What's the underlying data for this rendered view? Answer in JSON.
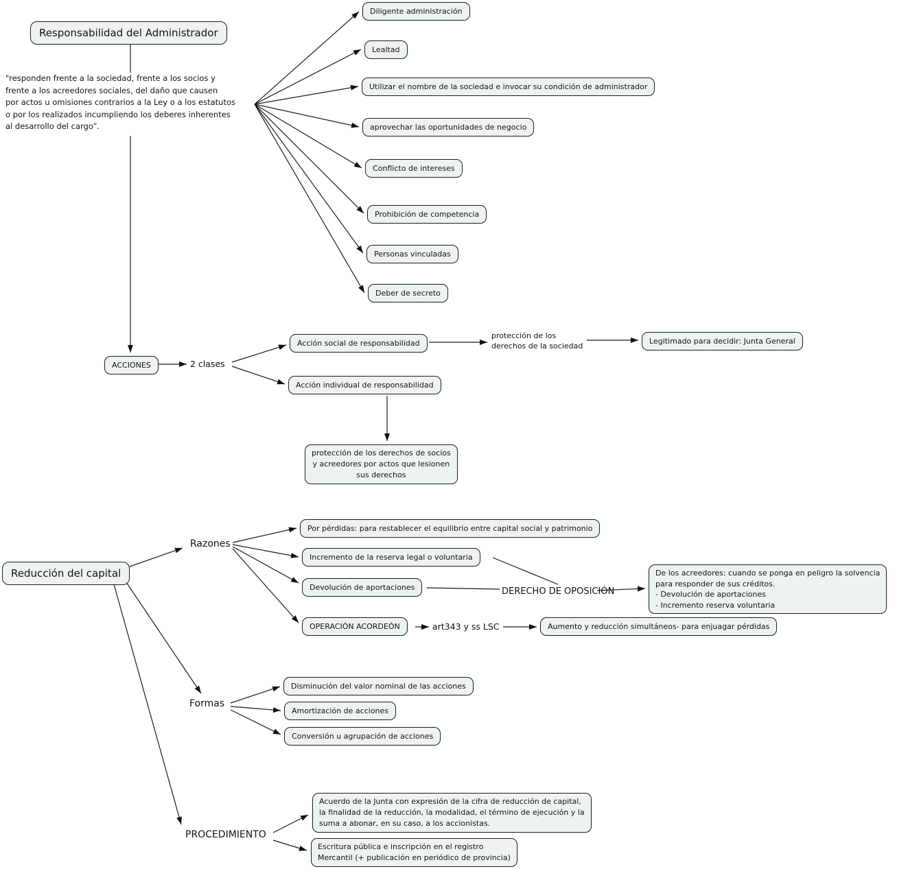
{
  "colors": {
    "background": "#ffffff",
    "node_fill": "#edf3f3",
    "node_border": "#1c1c1c",
    "connector": "#1a1a1a",
    "text": "#121212"
  },
  "responsabilidad": {
    "title": "Responsabilidad del Administrador",
    "quote": "\"responden frente a la sociedad, frente a los socios y\nfrente a los acreedores sociales, del daño que causen\npor actos u omisiones contrarios a la Ley o a los estatutos\no por los realizados incumpliendo los deberes inherentes\nal desarrollo del cargo”.",
    "deberes": [
      "Diligente administración",
      "Lealtad",
      "Utilizar el nombre de la sociedad e invocar su condición de administrador",
      "aprovechar las oportunidades de negocio",
      "Conflicto de intereses",
      "Prohibición de competencia",
      "Personas vinculadas",
      "Deber de secreto"
    ],
    "acciones": {
      "label": "ACCIONES",
      "clases_label": "2 clases",
      "social": "Acción social de responsabilidad",
      "social_proteccion": "protección de los\nderechos de la sociedad",
      "legitimado": "Legitimado para decidir: Junta General",
      "individual": "Acción individual de responsabilidad",
      "individual_proteccion": "protección de los derechos de socios\ny acreedores por actos que lesionen\nsus derechos"
    }
  },
  "reduccion": {
    "title": "Reducción del capital",
    "razones": {
      "label": "Razones",
      "items": [
        "Por pérdidas: para restablecer el equilibrio entre capital social y patrimonio",
        "Incremento de la reserva legal o voluntaria",
        "Devolución de aportaciones",
        "OPERACIÓN ACORDEÓN"
      ],
      "derecho_oposicion": "DERECHO DE OPOSICIÓN",
      "acreedores": "De los acreedores: cuando se ponga en peligro la solvencia\npara responder de sus créditos.\n- Devolución de aportaciones\n- Incremento reserva voluntaria",
      "art_label": "art343 y ss LSC",
      "aumento": "Aumento y reducción simultáneos- para enjuagar pérdidas"
    },
    "formas": {
      "label": "Formas",
      "items": [
        "Disminución del valor nominal de las acciones",
        "Amortización de acciones",
        "Conversión u agrupación de acciones"
      ]
    },
    "procedimiento": {
      "label": "PROCEDIMIENTO",
      "items": [
        "Acuerdo de la Junta con expresión de la cifra de reducción de capital,\nla finalidad de la reducción, la modalidad, el término de ejecución y la\nsuma a abonar, en su caso, a los accionistas.",
        "Escritura pública e inscripción en el registro\nMercantil (+ publicación en periódico de provincia)"
      ]
    }
  }
}
